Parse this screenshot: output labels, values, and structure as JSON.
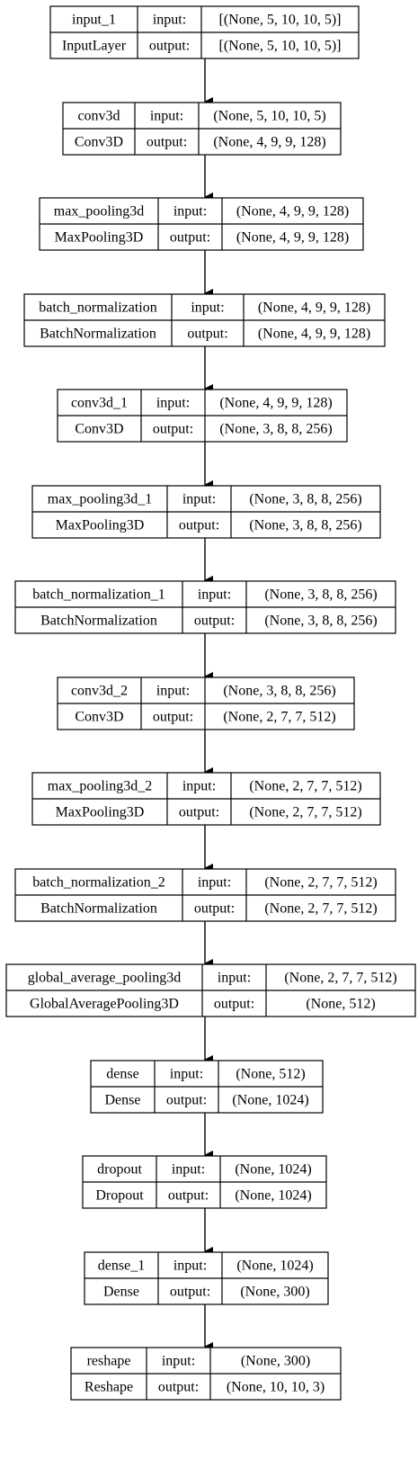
{
  "labels": {
    "input": "input:",
    "output": "output:"
  },
  "layers": [
    {
      "name": "input_1",
      "type": "InputLayer",
      "input": "[(None, 5, 10, 10, 5)]",
      "output": "[(None, 5, 10, 10, 5)]"
    },
    {
      "name": "conv3d",
      "type": "Conv3D",
      "input": "(None, 5, 10, 10, 5)",
      "output": "(None, 4, 9, 9, 128)"
    },
    {
      "name": "max_pooling3d",
      "type": "MaxPooling3D",
      "input": "(None, 4, 9, 9, 128)",
      "output": "(None, 4, 9, 9, 128)"
    },
    {
      "name": "batch_normalization",
      "type": "BatchNormalization",
      "input": "(None, 4, 9, 9, 128)",
      "output": "(None, 4, 9, 9, 128)"
    },
    {
      "name": "conv3d_1",
      "type": "Conv3D",
      "input": "(None, 4, 9, 9, 128)",
      "output": "(None, 3, 8, 8, 256)"
    },
    {
      "name": "max_pooling3d_1",
      "type": "MaxPooling3D",
      "input": "(None, 3, 8, 8, 256)",
      "output": "(None, 3, 8, 8, 256)"
    },
    {
      "name": "batch_normalization_1",
      "type": "BatchNormalization",
      "input": "(None, 3, 8, 8, 256)",
      "output": "(None, 3, 8, 8, 256)"
    },
    {
      "name": "conv3d_2",
      "type": "Conv3D",
      "input": "(None, 3, 8, 8, 256)",
      "output": "(None, 2, 7, 7, 512)"
    },
    {
      "name": "max_pooling3d_2",
      "type": "MaxPooling3D",
      "input": "(None, 2, 7, 7, 512)",
      "output": "(None, 2, 7, 7, 512)"
    },
    {
      "name": "batch_normalization_2",
      "type": "BatchNormalization",
      "input": "(None, 2, 7, 7, 512)",
      "output": "(None, 2, 7, 7, 512)"
    },
    {
      "name": "global_average_pooling3d",
      "type": "GlobalAveragePooling3D",
      "input": "(None, 2, 7, 7, 512)",
      "output": "(None, 512)"
    },
    {
      "name": "dense",
      "type": "Dense",
      "input": "(None, 512)",
      "output": "(None, 1024)"
    },
    {
      "name": "dropout",
      "type": "Dropout",
      "input": "(None, 1024)",
      "output": "(None, 1024)"
    },
    {
      "name": "dense_1",
      "type": "Dense",
      "input": "(None, 1024)",
      "output": "(None, 300)"
    },
    {
      "name": "reshape",
      "type": "Reshape",
      "input": "(None, 300)",
      "output": "(None, 10, 10, 3)"
    }
  ]
}
